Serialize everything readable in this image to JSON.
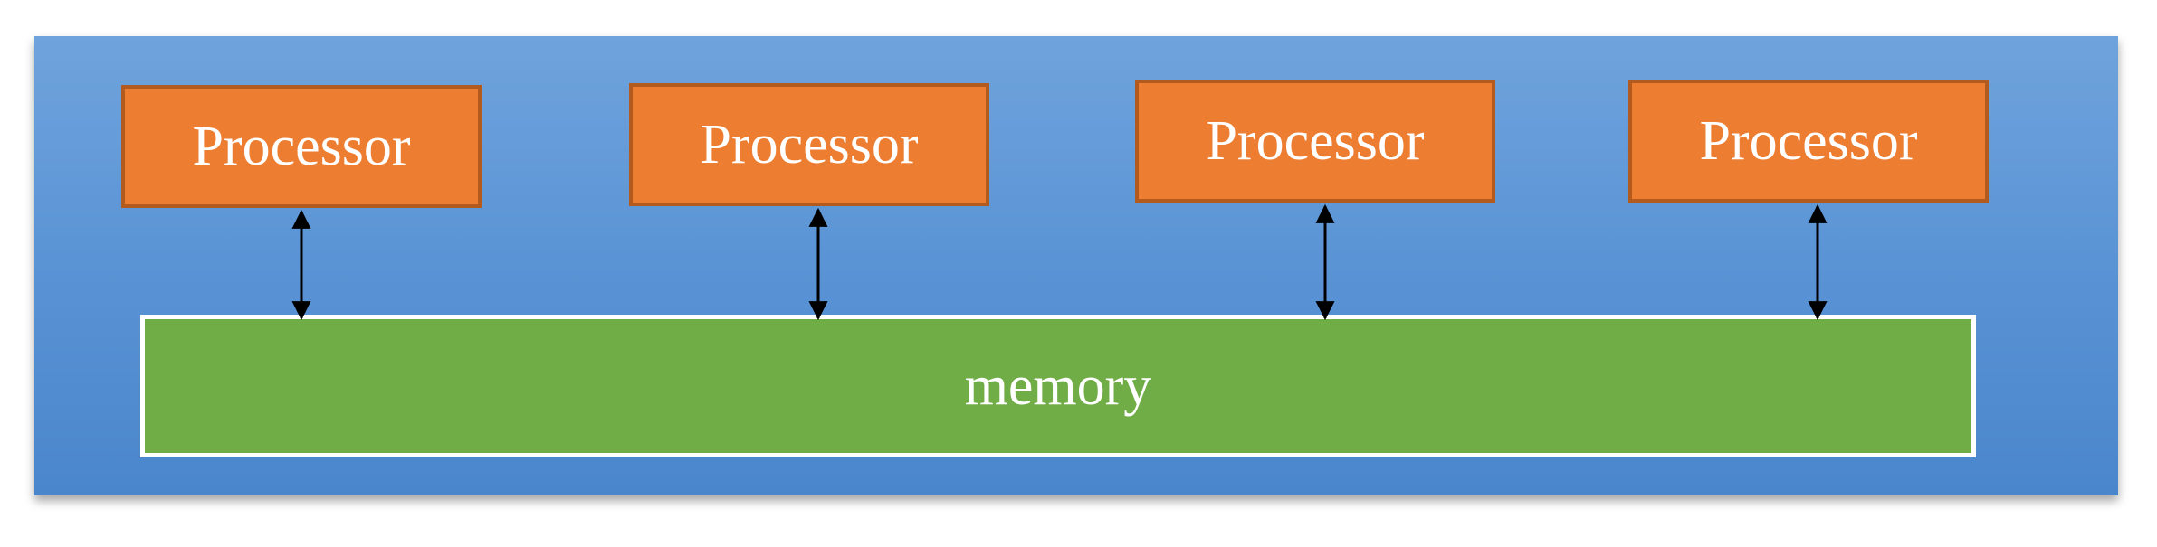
{
  "diagram": {
    "processors": [
      {
        "label": "Processor"
      },
      {
        "label": "Processor"
      },
      {
        "label": "Processor"
      },
      {
        "label": "Processor"
      }
    ],
    "memory": {
      "label": "memory"
    },
    "colors": {
      "background": "#5b9bd5",
      "processor_fill": "#ed7d31",
      "processor_border": "#b35a1f",
      "memory_fill": "#70ad47",
      "memory_border": "#ffffff",
      "arrow": "#000000",
      "text": "#ffffff"
    }
  }
}
